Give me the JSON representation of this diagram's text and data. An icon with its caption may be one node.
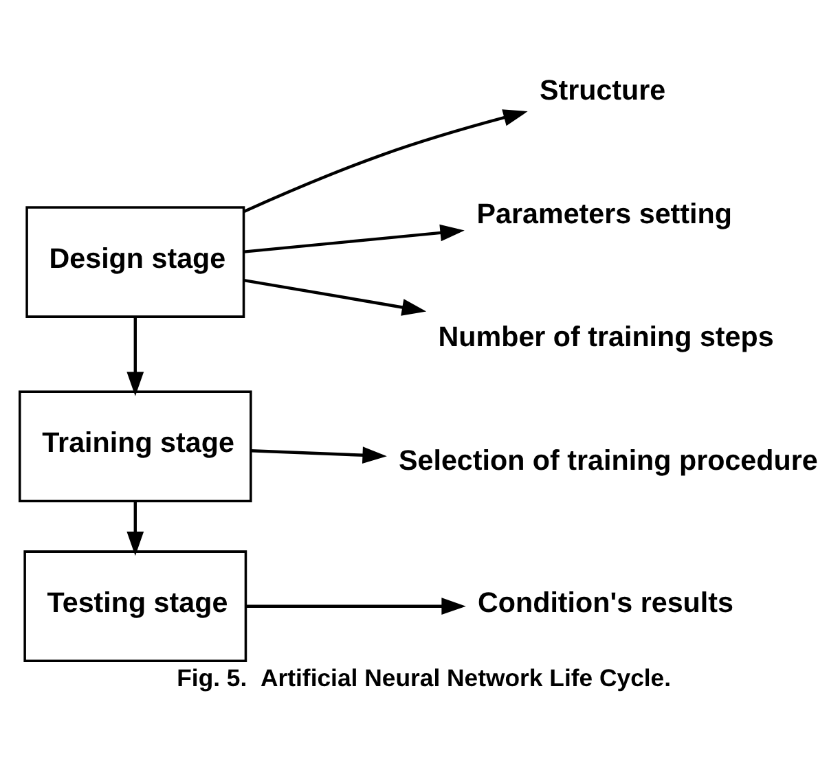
{
  "diagram": {
    "caption": "Fig. 5.  Artificial Neural Network Life Cycle.",
    "nodes": [
      {
        "text": [
          "Design stage"
        ]
      },
      {
        "text": [
          "Structure"
        ]
      },
      {
        "text": [
          "Parameters setting"
        ]
      },
      {
        "text": [
          "Number of training steps"
        ]
      },
      {
        "text": [
          "Training stage"
        ]
      },
      {
        "text": [
          "Selection of training procedure"
        ]
      },
      {
        "text": [
          "Testing stage"
        ]
      },
      {
        "text": [
          "Condition's results"
        ]
      }
    ],
    "edges": [
      {
        "from": 0,
        "to": 1,
        "arrow": "to"
      },
      {
        "from": 0,
        "to": 2,
        "arrow": "to"
      },
      {
        "from": 0,
        "to": 3,
        "arrow": "to"
      },
      {
        "from": 0,
        "to": 4,
        "arrow": "to"
      },
      {
        "from": 4,
        "to": 5,
        "arrow": "to"
      },
      {
        "from": 4,
        "to": 6,
        "arrow": "to"
      },
      {
        "from": 6,
        "to": 7,
        "arrow": "to"
      }
    ]
  }
}
